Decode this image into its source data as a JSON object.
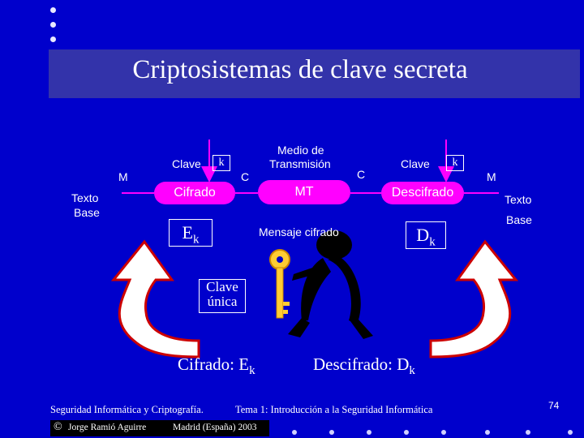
{
  "title": "Criptosistemas de clave secreta",
  "diagram": {
    "left": {
      "label_M": "M",
      "label_texto": "Texto",
      "label_base": "Base",
      "clave_label": "Clave",
      "key_symbol": "k",
      "pill_label": "Cifrado",
      "func_main": "E",
      "func_sub": "k"
    },
    "center": {
      "medio_line1": "Medio de",
      "medio_line2": "Transmisión",
      "left_C": "C",
      "right_C": "C",
      "pill_label": "MT",
      "mensaje": "Mensaje cifrado"
    },
    "right": {
      "clave_label": "Clave",
      "key_symbol": "k",
      "pill_label": "Descifrado",
      "label_M": "M",
      "label_texto": "Texto",
      "label_base": "Base",
      "func_main": "D",
      "func_sub": "k"
    },
    "clave_unica_line1": "Clave",
    "clave_unica_line2": "única",
    "bottom_left_main": "Cifrado: E",
    "bottom_left_sub": "k",
    "bottom_right_main": "Descifrado: D",
    "bottom_right_sub": "k"
  },
  "footer": {
    "left": "Seguridad Informática y Criptografía.",
    "center": "Tema 1: Introducción a la Seguridad Informática",
    "page": "74",
    "copyright_symbol": "©",
    "author": "Jorge Ramió Aguirre",
    "place": "Madrid (España) 2003"
  },
  "colors": {
    "background": "#0000cc",
    "pill": "#ff00ff",
    "arrow_outline": "#cc0000",
    "arrow_fill": "#ffffff",
    "line": "#ff00ff"
  },
  "icons": [
    "bullet-dot",
    "curved-arrow",
    "key-person-figure",
    "down-arrow"
  ]
}
